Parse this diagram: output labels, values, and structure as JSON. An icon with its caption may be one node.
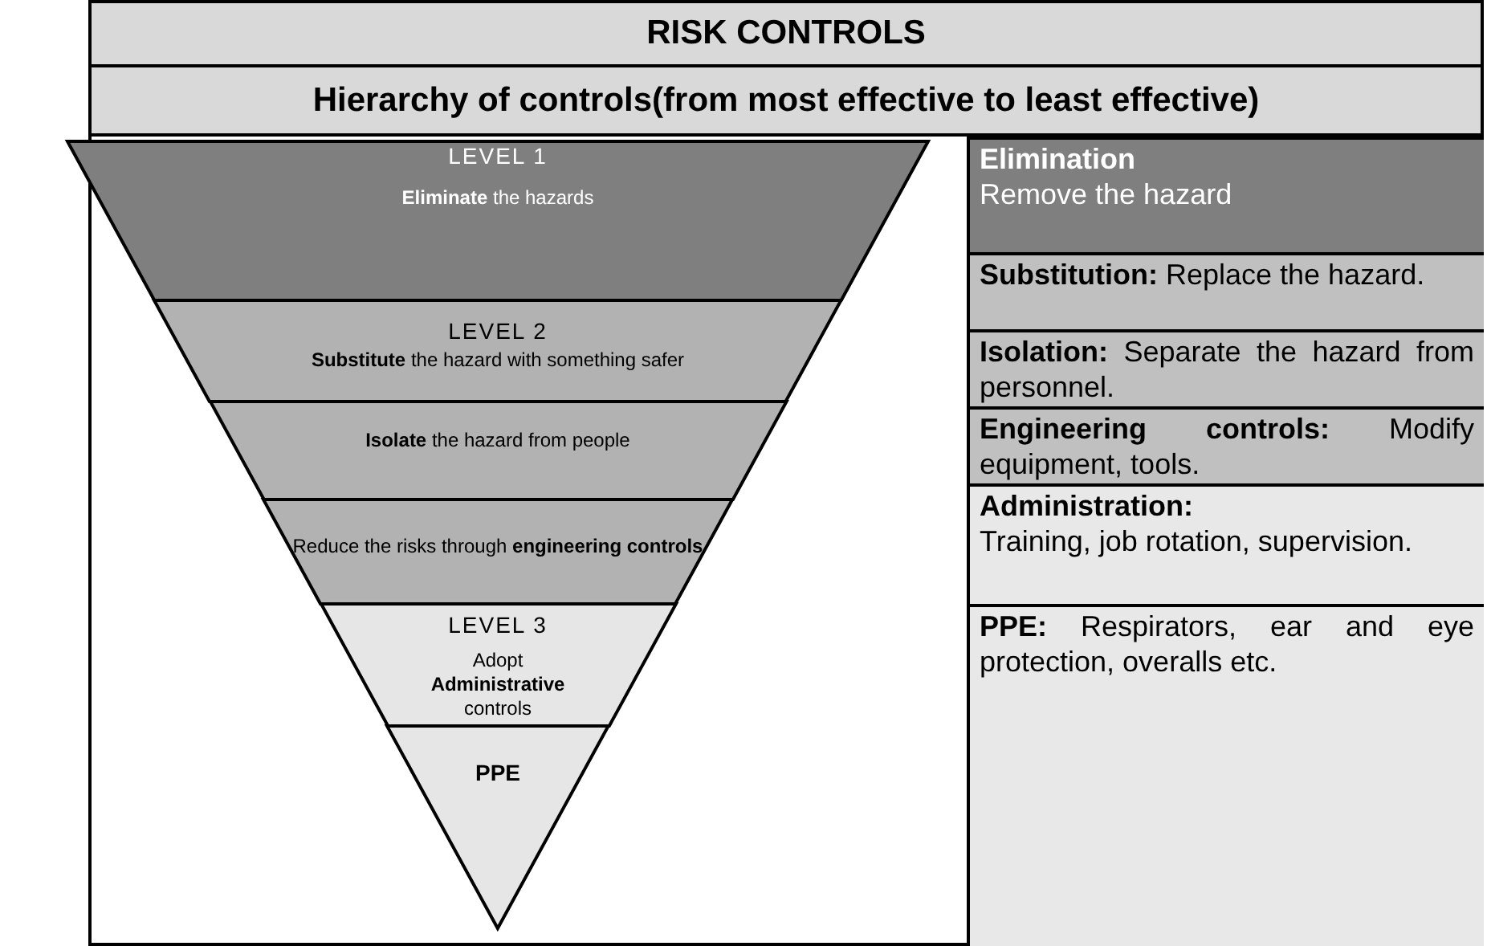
{
  "diagram": {
    "title": "RISK CONTROLS",
    "labels": [
      "Hierarchy of controls(from most effective to least effective)"
    ],
    "nodes": [
      {
        "text": [
          "LEVEL 1",
          "**Eliminate** the hazards"
        ]
      },
      {
        "text": [
          "LEVEL 2",
          "**Substitute** the hazard with something safer"
        ]
      },
      {
        "text": [
          "**Isolate** the hazard from people"
        ]
      },
      {
        "text": [
          "Reduce the risks through **engineering controls**"
        ]
      },
      {
        "text": [
          "LEVEL 3",
          "Adopt **Administrative** controls"
        ]
      },
      {
        "text": [
          "PPE"
        ]
      },
      {
        "text": [
          "Elimination",
          "Remove the hazard"
        ]
      },
      {
        "text": [
          "**Substitution:** Replace the hazard."
        ]
      },
      {
        "text": [
          "**Isolation:** Separate the hazard from personnel."
        ]
      },
      {
        "text": [
          "**Engineering controls:** Modify equipment, tools."
        ]
      },
      {
        "text": [
          "**Administration:**",
          "Training, job rotation, supervision."
        ]
      },
      {
        "text": [
          "**PPE:** Respirators, ear and eye protection, overalls etc."
        ]
      }
    ]
  }
}
